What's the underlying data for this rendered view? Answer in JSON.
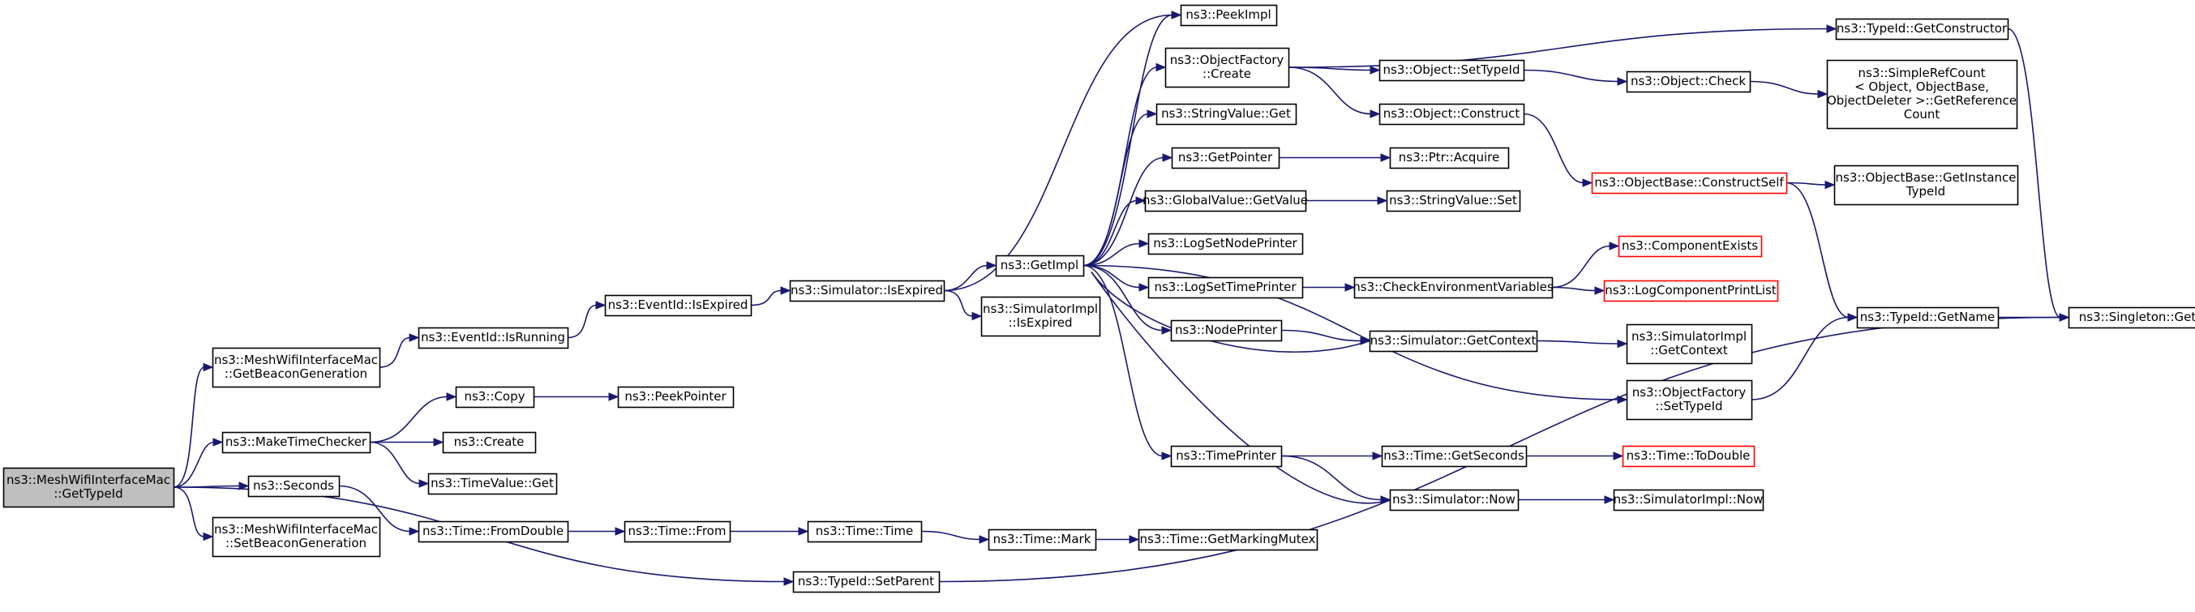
{
  "diagram": {
    "type": "call-graph",
    "colors": {
      "edge": "#191970",
      "root_fill": "#bfbfbf",
      "incomplete_border": "#ff0000"
    },
    "nodes": [
      {
        "id": "root",
        "lines": [
          "ns3::MeshWifiInterfaceMac",
          "::GetTypeId"
        ],
        "style": "highlight"
      },
      {
        "id": "getbeacongen",
        "lines": [
          "ns3::MeshWifiInterfaceMac",
          "::GetBeaconGeneration"
        ]
      },
      {
        "id": "maketimechecker",
        "lines": [
          "ns3::MakeTimeChecker"
        ]
      },
      {
        "id": "seconds",
        "lines": [
          "ns3::Seconds"
        ]
      },
      {
        "id": "setbeacongen",
        "lines": [
          "ns3::MeshWifiInterfaceMac",
          "::SetBeaconGeneration"
        ]
      },
      {
        "id": "setparent",
        "lines": [
          "ns3::TypeId::SetParent"
        ]
      },
      {
        "id": "isrunning",
        "lines": [
          "ns3::EventId::IsRunning"
        ]
      },
      {
        "id": "copy",
        "lines": [
          "ns3::Copy"
        ]
      },
      {
        "id": "create",
        "lines": [
          "ns3::Create"
        ]
      },
      {
        "id": "timevalueget",
        "lines": [
          "ns3::TimeValue::Get"
        ]
      },
      {
        "id": "fromdouble",
        "lines": [
          "ns3::Time::FromDouble"
        ]
      },
      {
        "id": "isexpired",
        "lines": [
          "ns3::EventId::IsExpired"
        ]
      },
      {
        "id": "peekpointer",
        "lines": [
          "ns3::PeekPointer"
        ]
      },
      {
        "id": "timefrom",
        "lines": [
          "ns3::Time::From"
        ]
      },
      {
        "id": "simisexpired",
        "lines": [
          "ns3::Simulator::IsExpired"
        ]
      },
      {
        "id": "timetime",
        "lines": [
          "ns3::Time::Time"
        ]
      },
      {
        "id": "getimpl",
        "lines": [
          "ns3::GetImpl"
        ]
      },
      {
        "id": "simimplisexpired",
        "lines": [
          "ns3::SimulatorImpl",
          "::IsExpired"
        ]
      },
      {
        "id": "timemark",
        "lines": [
          "ns3::Time::Mark"
        ]
      },
      {
        "id": "peekimpl",
        "lines": [
          "ns3::PeekImpl"
        ]
      },
      {
        "id": "objfactorycreate",
        "lines": [
          "ns3::ObjectFactory",
          "::Create"
        ]
      },
      {
        "id": "stringvalueget",
        "lines": [
          "ns3::StringValue::Get"
        ]
      },
      {
        "id": "getpointer",
        "lines": [
          "ns3::GetPointer"
        ]
      },
      {
        "id": "globalvaluegetvalue",
        "lines": [
          "ns3::GlobalValue::GetValue"
        ]
      },
      {
        "id": "logsetnodeprinter",
        "lines": [
          "ns3::LogSetNodePrinter"
        ]
      },
      {
        "id": "logsettimeprinter",
        "lines": [
          "ns3::LogSetTimePrinter"
        ]
      },
      {
        "id": "nodeprinter",
        "lines": [
          "ns3::NodePrinter"
        ]
      },
      {
        "id": "timeprinter",
        "lines": [
          "ns3::TimePrinter"
        ]
      },
      {
        "id": "getmarkingmutex",
        "lines": [
          "ns3::Time::GetMarkingMutex"
        ]
      },
      {
        "id": "objsettypeid",
        "lines": [
          "ns3::Object::SetTypeId"
        ]
      },
      {
        "id": "objconstruct",
        "lines": [
          "ns3::Object::Construct"
        ]
      },
      {
        "id": "ptracquire",
        "lines": [
          "ns3::Ptr::Acquire"
        ]
      },
      {
        "id": "stringvalueset",
        "lines": [
          "ns3::StringValue::Set"
        ]
      },
      {
        "id": "checkenv",
        "lines": [
          "ns3::CheckEnvironmentVariables"
        ]
      },
      {
        "id": "simgetcontext",
        "lines": [
          "ns3::Simulator::GetContext"
        ]
      },
      {
        "id": "timegetseconds",
        "lines": [
          "ns3::Time::GetSeconds"
        ]
      },
      {
        "id": "simnow",
        "lines": [
          "ns3::Simulator::Now"
        ]
      },
      {
        "id": "objcheck",
        "lines": [
          "ns3::Object::Check"
        ]
      },
      {
        "id": "constructself",
        "lines": [
          "ns3::ObjectBase::ConstructSelf"
        ],
        "style": "red"
      },
      {
        "id": "componentexists",
        "lines": [
          "ns3::ComponentExists"
        ],
        "style": "red"
      },
      {
        "id": "logcomponentprintlist",
        "lines": [
          "ns3::LogComponentPrintList"
        ],
        "style": "red"
      },
      {
        "id": "simimplgetcontext",
        "lines": [
          "ns3::SimulatorImpl",
          "::GetContext"
        ]
      },
      {
        "id": "objfactorysettypeid",
        "lines": [
          "ns3::ObjectFactory",
          "::SetTypeId"
        ]
      },
      {
        "id": "todouble",
        "lines": [
          "ns3::Time::ToDouble"
        ],
        "style": "red"
      },
      {
        "id": "simimplnow",
        "lines": [
          "ns3::SimulatorImpl::Now"
        ]
      },
      {
        "id": "getconstructor",
        "lines": [
          "ns3::TypeId::GetConstructor"
        ]
      },
      {
        "id": "simplerefcount",
        "lines": [
          "ns3::SimpleRefCount",
          "< Object, ObjectBase,",
          " ObjectDeleter >::GetReference",
          "Count"
        ]
      },
      {
        "id": "getinstancetypeid",
        "lines": [
          "ns3::ObjectBase::GetInstance",
          "TypeId"
        ]
      },
      {
        "id": "getname",
        "lines": [
          "ns3::TypeId::GetName"
        ]
      },
      {
        "id": "singletonget",
        "lines": [
          "ns3::Singleton::Get"
        ]
      }
    ],
    "edges": [
      [
        "root",
        "getbeacongen"
      ],
      [
        "root",
        "maketimechecker"
      ],
      [
        "root",
        "seconds"
      ],
      [
        "root",
        "setbeacongen"
      ],
      [
        "root",
        "setparent"
      ],
      [
        "getbeacongen",
        "isrunning"
      ],
      [
        "isrunning",
        "isexpired"
      ],
      [
        "isexpired",
        "simisexpired"
      ],
      [
        "simisexpired",
        "peekimpl"
      ],
      [
        "simisexpired",
        "getimpl"
      ],
      [
        "simisexpired",
        "simimplisexpired"
      ],
      [
        "maketimechecker",
        "copy"
      ],
      [
        "maketimechecker",
        "create"
      ],
      [
        "maketimechecker",
        "timevalueget"
      ],
      [
        "copy",
        "peekpointer"
      ],
      [
        "seconds",
        "fromdouble"
      ],
      [
        "fromdouble",
        "timefrom"
      ],
      [
        "timefrom",
        "timetime"
      ],
      [
        "timetime",
        "timemark"
      ],
      [
        "timemark",
        "getmarkingmutex"
      ],
      [
        "setparent",
        "singletonget"
      ],
      [
        "getimpl",
        "peekimpl"
      ],
      [
        "getimpl",
        "objfactorycreate"
      ],
      [
        "getimpl",
        "stringvalueget"
      ],
      [
        "getimpl",
        "getpointer"
      ],
      [
        "getimpl",
        "globalvaluegetvalue"
      ],
      [
        "getimpl",
        "logsetnodeprinter"
      ],
      [
        "getimpl",
        "logsettimeprinter"
      ],
      [
        "getimpl",
        "nodeprinter"
      ],
      [
        "getimpl",
        "timeprinter"
      ],
      [
        "getimpl",
        "objfactorysettypeid"
      ],
      [
        "objfactorycreate",
        "getconstructor"
      ],
      [
        "objfactorycreate",
        "objsettypeid"
      ],
      [
        "objfactorycreate",
        "objconstruct"
      ],
      [
        "objsettypeid",
        "objcheck"
      ],
      [
        "objcheck",
        "simplerefcount"
      ],
      [
        "objconstruct",
        "constructself"
      ],
      [
        "constructself",
        "getinstancetypeid"
      ],
      [
        "constructself",
        "getname"
      ],
      [
        "getpointer",
        "ptracquire"
      ],
      [
        "globalvaluegetvalue",
        "stringvalueset"
      ],
      [
        "logsettimeprinter",
        "checkenv"
      ],
      [
        "checkenv",
        "componentexists"
      ],
      [
        "checkenv",
        "logcomponentprintlist"
      ],
      [
        "nodeprinter",
        "simgetcontext"
      ],
      [
        "simgetcontext",
        "simimplgetcontext"
      ],
      [
        "simgetcontext",
        "getimpl"
      ],
      [
        "objfactorysettypeid",
        "getname"
      ],
      [
        "timeprinter",
        "timegetseconds"
      ],
      [
        "timeprinter",
        "simnow"
      ],
      [
        "timegetseconds",
        "todouble"
      ],
      [
        "simnow",
        "simimplnow"
      ],
      [
        "simnow",
        "getimpl"
      ],
      [
        "getname",
        "singletonget"
      ],
      [
        "getconstructor",
        "singletonget"
      ]
    ]
  }
}
